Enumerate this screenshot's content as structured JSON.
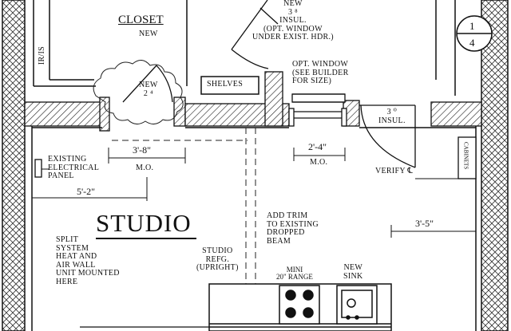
{
  "rooms": {
    "closet": {
      "title": "CLOSET",
      "sub": "NEW"
    },
    "studio": {
      "title": "STUDIO"
    }
  },
  "notes": {
    "top_new": "NEW\n3 ⁸\nINSUL.\n(OPT. WINDOW\nUNDER EXIST. HDR.)",
    "opt_window": "OPT. WINDOW\n(SEE BUILDER\nFOR SIZE)",
    "new_2_4": "NEW\n2 ⁴",
    "shelves": "SHELVES",
    "insul_3_0": "3 ⁰\nINSUL.",
    "verify": "VERIFY ℄",
    "cabinets": "CABINETS",
    "existing_panel": "EXISTING\nELECTRICAL\nPANEL",
    "split_system": "SPLIT\nSYSTEM\nHEAT AND\nAIR WALL\nUNIT MOUNTED\nHERE",
    "add_trim": "ADD TRIM\nTO EXISTING\nDROPPED\nBEAM",
    "studio_refg": "STUDIO\nREFG.\n(UPRIGHT)",
    "mini_range": "MINI\n20\" RANGE",
    "new_sink": "NEW\nSINK",
    "side_ir": "IR/IS"
  },
  "dimensions": {
    "d_3_8": "3'-8\"",
    "mo_1": "M.O.",
    "d_2_4": "2'-4\"",
    "mo_2": "M.O.",
    "d_5_2": "5'-2\"",
    "d_3_5": "3'-5\""
  },
  "section_marker": {
    "top": "1",
    "bottom": "4"
  }
}
